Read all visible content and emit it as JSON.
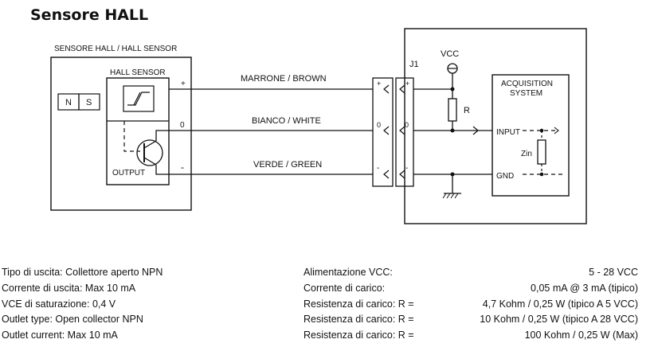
{
  "title": "Sensore HALL",
  "diagram": {
    "sensor_box_label": "SENSORE HALL / HALL SENSOR",
    "hall_sensor_label": "HALL SENSOR",
    "magnet_n": "N",
    "magnet_s": "S",
    "output_label": "OUTPUT",
    "pin_plus": "+",
    "pin_o": "0",
    "pin_minus": "-",
    "wires": [
      {
        "label": "MARRONE / BROWN"
      },
      {
        "label": "BIANCO / WHITE"
      },
      {
        "label": "VERDE / GREEN"
      }
    ],
    "connector_label": "J1",
    "vcc_label": "VCC",
    "resistor_label": "R",
    "acq_line1": "ACQUISITION",
    "acq_line2": "SYSTEM",
    "input_label": "INPUT",
    "gnd_label": "GND",
    "zin_label": "Zin"
  },
  "specs_left": [
    "Tipo di uscita: Collettore aperto NPN",
    "Corrente di uscita: Max 10 mA",
    "VCE di saturazione: 0,4 V",
    "Outlet type: Open collector NPN",
    "Outlet current: Max 10 mA"
  ],
  "specs_right": [
    {
      "label": "Alimentazione VCC:",
      "value": "5 - 28 VCC"
    },
    {
      "label": "Corrente di carico:",
      "value": "0,05 mA @ 3 mA (tipico)"
    },
    {
      "label": "Resistenza di carico: R =",
      "value": "4,7 Kohm / 0,25 W (tipico A 5 VCC)"
    },
    {
      "label": "Resistenza di carico: R =",
      "value": "10 Kohm / 0,25 W (tipico A 28 VCC)"
    },
    {
      "label": "Resistenza di carico: R =",
      "value": "100 Kohm / 0,25 W (Max)"
    }
  ]
}
